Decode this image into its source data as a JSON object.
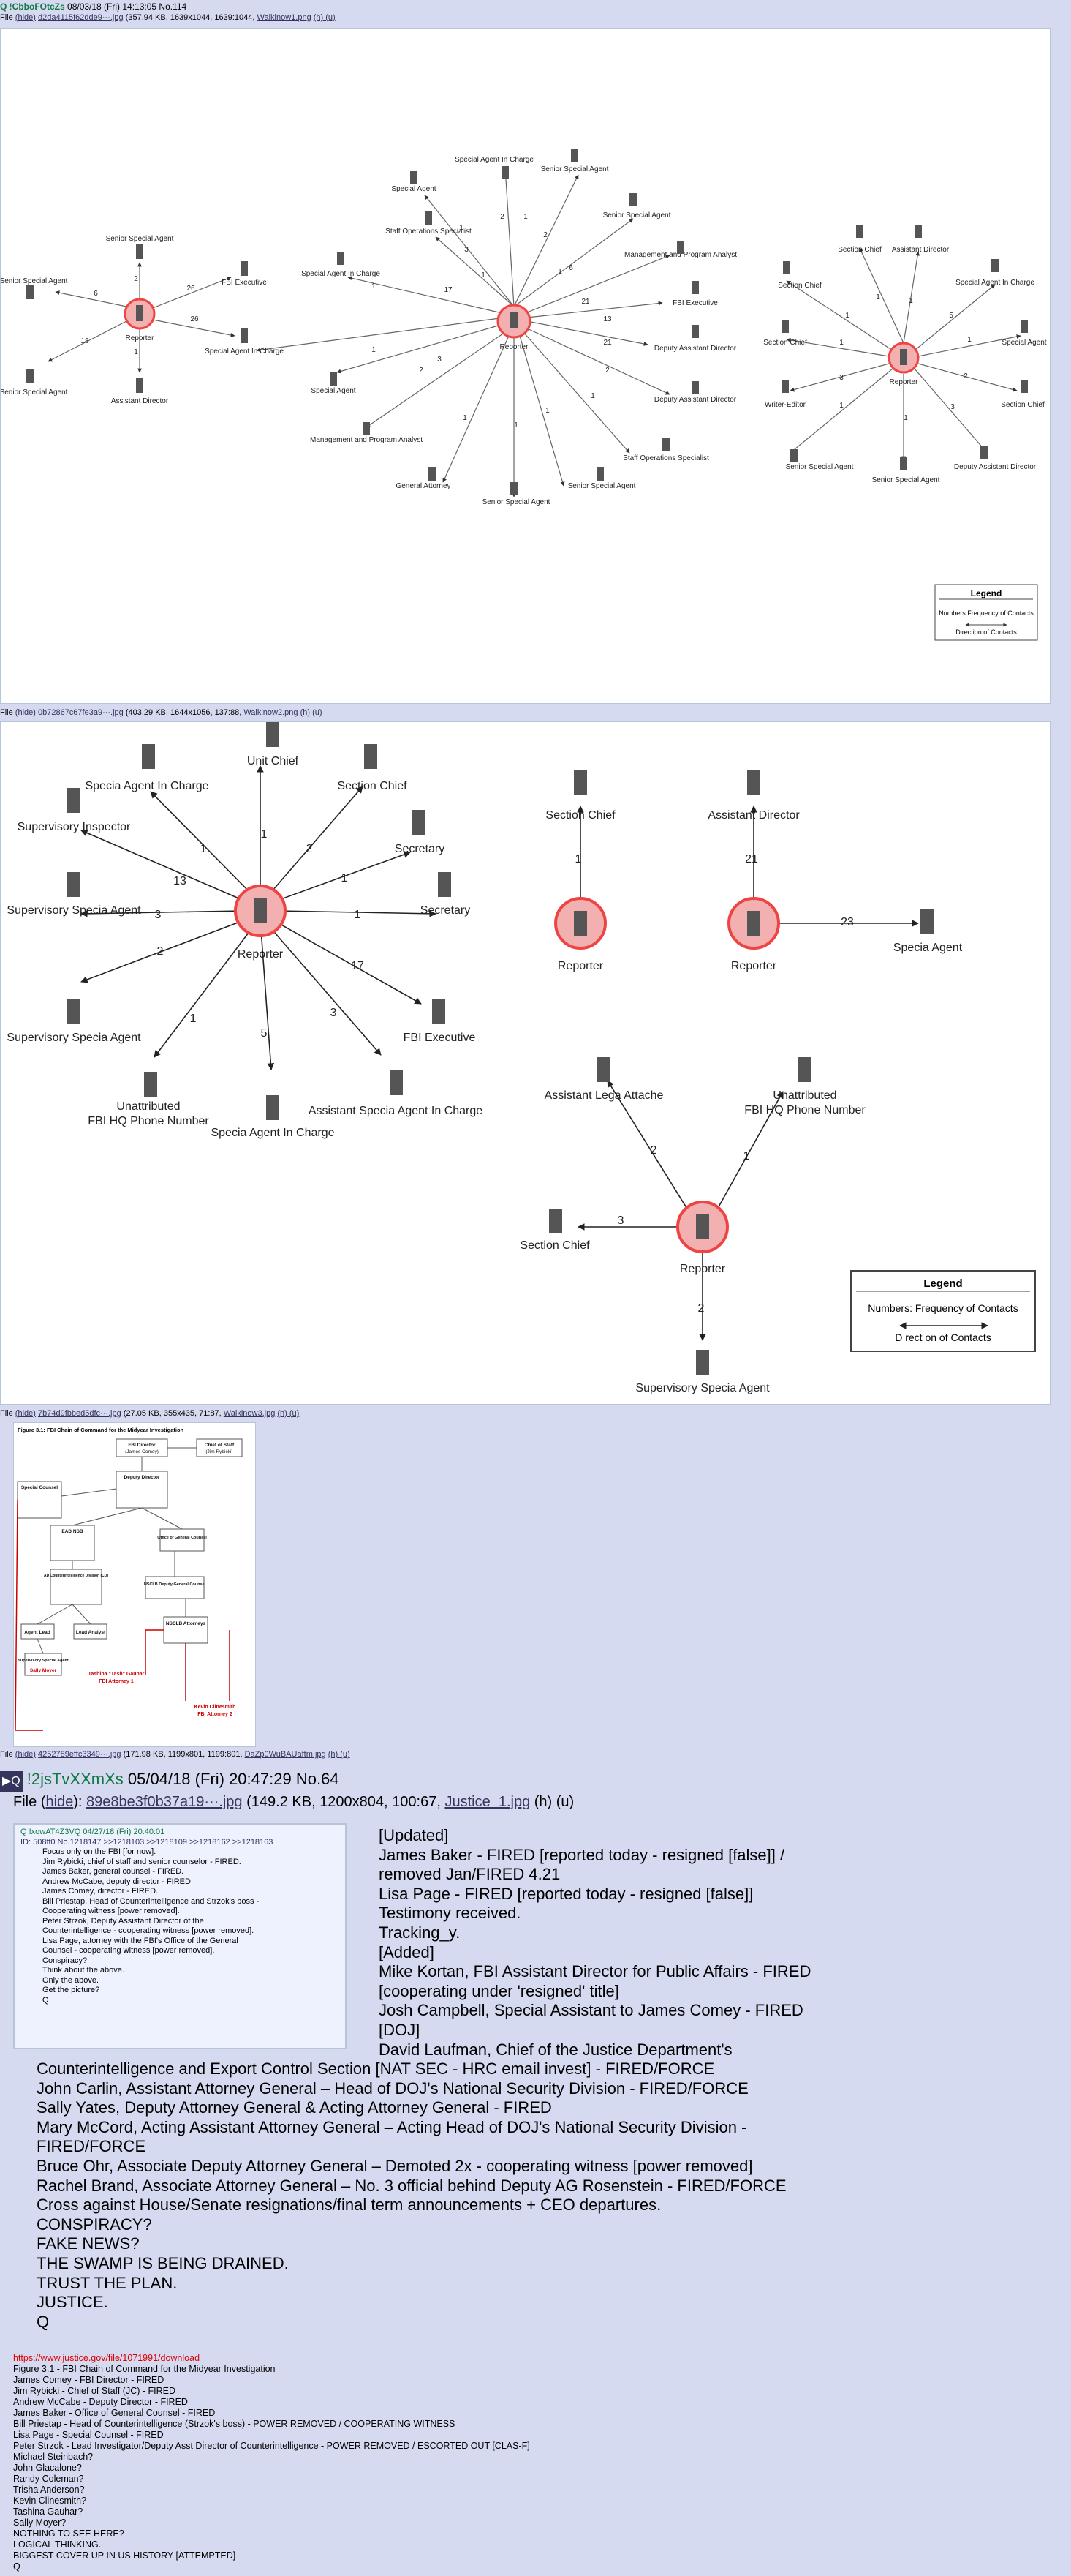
{
  "post1": {
    "name": "Q !CbboFOtcZs",
    "datetime": "08/03/18 (Fri) 14:13:05 No.114",
    "file_prefix": "File",
    "file_hide": "(hide)",
    "file_name": "d2da4115f62dde9···.jpg",
    "file_meta": "(357.94 KB, 1639x1044, 1639:1044,",
    "file_link": "Walkinow1.png",
    "file_hu": "(h) (u)"
  },
  "diagram1": {
    "labels": {
      "g1": [
        "Senior Special Agent",
        "Senior Special Agent",
        "Senior Special Agent",
        "Assistant Director",
        "FBI Executive",
        "Special Agent In Charge",
        "Reporter"
      ],
      "g1_nums": [
        "2",
        "6",
        "18",
        "1",
        "26",
        "26"
      ],
      "g2": [
        "Special Agent",
        "Special Agent In Charge",
        "Senior Special Agent",
        "Staff Operations Specialist",
        "Senior Special Agent",
        "Special Agent In Charge",
        "Management and Program Analyst",
        "FBI Executive",
        "Deputy Assistant Director",
        "Special Agent",
        "Management and Program Analyst",
        "General Attorney",
        "Senior Special Agent",
        "Senior Special Agent",
        "Staff Operations Specialist",
        "Deputy Assistant Director",
        "Reporter"
      ],
      "g2_nums": [
        "1",
        "2",
        "2",
        "1",
        "17",
        "1",
        "6",
        "21",
        "13",
        "21",
        "1",
        "3",
        "2",
        "1",
        "1",
        "1",
        "1",
        "2",
        "3",
        "1",
        "1"
      ],
      "g3": [
        "Section Chief",
        "Assistant Director",
        "Special Agent In Charge",
        "Section Chief",
        "Special Agent",
        "Section Chief",
        "Section Chief",
        "Writer-Editor",
        "Senior Special Agent",
        "Senior Special Agent",
        "Deputy Assistant Director",
        "Reporter"
      ],
      "g3_nums": [
        "1",
        "1",
        "1",
        "5",
        "1",
        "3",
        "2",
        "1",
        "1",
        "1",
        "3"
      ],
      "legend_title": "Legend",
      "legend_line1": "Numbers  Frequency of Contacts",
      "legend_line2": "Direction of Contacts"
    }
  },
  "post2": {
    "file_prefix": "File",
    "file_hide": "(hide)",
    "file_name": "0b72867c67fe3a9···.jpg",
    "file_meta": "(403.29 KB, 1644x1056, 137:88,",
    "file_link": "Walkinow2.png",
    "file_hu": "(h) (u)"
  },
  "diagram2": {
    "left": {
      "center": "Reporter",
      "nodes": [
        "Specia  Agent In Charge",
        "Unit Chief",
        "Section Chief",
        "Supervisory Inspector",
        "Secretary",
        "Supervisory Specia  Agent",
        "Secretary",
        "Supervisory Specia  Agent",
        "FBI Executive",
        "Unattributed FBI HQ Phone Number",
        "Specia  Agent In Charge",
        "Assistant Specia  Agent In Charge"
      ],
      "nums": [
        "1",
        "1",
        "2",
        "13",
        "1",
        "3",
        "1",
        "2",
        "17",
        "1",
        "5",
        "3"
      ]
    },
    "mid": {
      "top": "Section Chief",
      "center": "Reporter",
      "num": "1"
    },
    "right": {
      "top": "Assistant Director",
      "center": "Reporter",
      "side": "Specia  Agent",
      "num_top": "21",
      "num_side": "23"
    },
    "bottom": {
      "center": "Reporter",
      "a": "Assistant Lega  Attache",
      "b": "Unattributed",
      "b2": "FBI HQ Phone Number",
      "c": "Section Chief",
      "d": "Supervisory Specia  Agent",
      "nums": [
        "2",
        "1",
        "3",
        "2"
      ]
    },
    "legend_title": "Legend",
    "legend_line1": "Numbers: Frequency of Contacts",
    "legend_line2": "D rect on of Contacts",
    "unattr_l1": "Unattributed",
    "unattr_l2": "FBI HQ Phone Number"
  },
  "post3": {
    "file_prefix": "File",
    "file_hide": "(hide)",
    "file_name": "7b74d9fbbed5dfc···.jpg",
    "file_meta": "(27.05 KB, 355x435, 71:87,",
    "file_link": "Walkinow3.jpg",
    "file_hu": "(h) (u)"
  },
  "chart": {
    "title": "Figure 3.1:  FBI Chain of Command for the Midyear Investigation",
    "director": "FBI Director",
    "director_name": "(James Comey)",
    "cos": "Chief of Staff",
    "cos_name": "(Jim Rybicki)",
    "deputy": "Deputy Director",
    "counsel": "Special Counsel",
    "ead": "EAD NSB",
    "ogc": "Office of General Counsel",
    "cd": "AD Counterintelligence Division (CD)",
    "ndsgc": "NSCLB Deputy General Counsel",
    "nsclb": "NSCLB Attorneys",
    "agent": "Agent Lead",
    "analyst": "Lead Analyst",
    "sup": "Supervisory Special Agent",
    "sally": "Sally Moyer",
    "tash1": "Tashina \"Tash\" Gauhar",
    "tash2": "FBI Attorney 1",
    "kevin1": "Kevin Clinesmith",
    "kevin2": "FBI Attorney 2"
  },
  "post4": {
    "file_prefix": "File",
    "file_hide": "(hide)",
    "file_name": "4252789effc3349···.jpg",
    "file_meta": "(171.98 KB, 1199x801, 1199:801,",
    "file_link": "DaZp0WuBAUaftm.jpg",
    "file_hu": "(h) (u)"
  },
  "post5": {
    "qmark": "▶Q",
    "trip": "!2jsTvXXmXs",
    "datetime": "05/04/18 (Fri) 20:47:29 No.64",
    "file_prefix": "File",
    "file_hide": "hide",
    "file_name": "89e8be3f0b37a19···.jpg",
    "file_meta": "(149.2 KB, 1200x804, 100:67,",
    "file_link": "Justice_1.jpg",
    "file_hu": "(h) (u)"
  },
  "thumb": {
    "head": "Q !xowAT4Z3VQ  04/27/18 (Fri) 20:40:01",
    "id": "ID: 508ff0  No.1218147  >>1218103  >>1218109  >>1218162  >>1218163",
    "lines": [
      "Focus only on the FBI [for now].",
      "Jim Rybicki, chief of staff and senior counselor - FIRED.",
      "James Baker, general counsel - FIRED.",
      "Andrew McCabe, deputy director - FIRED.",
      "James Comey, director - FIRED.",
      "Bill Priestap, Head of Counterintelligence and Strzok's boss -",
      "Cooperating witness [power removed].",
      "Peter Strzok, Deputy Assistant Director of the",
      "Counterintelligence - cooperating witness [power removed].",
      "Lisa Page, attorney with the FBI's Office of the General",
      "Counsel - cooperating witness [power removed].",
      "Conspiracy?",
      "Think about the above.",
      "Only the above.",
      "Get the picture?",
      "Q"
    ]
  },
  "message": {
    "right_lines": [
      "[Updated]",
      "James Baker - FIRED [reported today - resigned [false]] /",
      "removed Jan/FIRED 4.21",
      "Lisa Page - FIRED [reported today - resigned [false]]",
      "Testimony received.",
      "Tracking_y.",
      "[Added]",
      "Mike Kortan, FBI Assistant Director for Public Affairs - FIRED",
      "[cooperating under 'resigned' title]",
      "Josh Campbell, Special Assistant to James Comey - FIRED",
      "[DOJ]",
      "David Laufman, Chief of the Justice Department's"
    ],
    "full_lines": [
      "Counterintelligence and Export Control Section [NAT SEC - HRC email invest] - FIRED/FORCE",
      "John Carlin, Assistant Attorney General – Head of DOJ's National Security Division - FIRED/FORCE",
      "Sally Yates, Deputy Attorney General & Acting Attorney General - FIRED",
      "Mary McCord, Acting Assistant Attorney General – Acting Head of DOJ's National Security Division -",
      "FIRED/FORCE",
      "Bruce Ohr, Associate Deputy Attorney General – Demoted 2x - cooperating witness [power removed]",
      "Rachel Brand, Associate Attorney General – No. 3 official behind Deputy AG Rosenstein - FIRED/FORCE",
      "Cross against House/Senate resignations/final term announcements + CEO departures.",
      "CONSPIRACY?",
      "FAKE NEWS?",
      "THE SWAMP IS BEING DRAINED.",
      "TRUST THE PLAN.",
      "JUSTICE.",
      "Q"
    ]
  },
  "message2": {
    "link": "https://www.justice.gov/file/1071991/download",
    "lines": [
      "Figure 3.1 - FBI Chain of Command for the Midyear Investigation",
      "James Comey - FBI Director - FIRED",
      "Jim Rybicki - Chief of Staff (JC) - FIRED",
      "Andrew McCabe - Deputy Director - FIRED",
      "James Baker - Office of General Counsel - FIRED",
      "Bill Priestap - Head of Counterintelligence (Strzok's boss) - POWER REMOVED / COOPERATING WITNESS",
      "Lisa Page - Special Counsel - FIRED",
      "Peter Strzok - Lead Investigator/Deputy Asst Director of Counterintelligence - POWER REMOVED / ESCORTED OUT [CLAS-F]",
      "Michael Steinbach?",
      "John Glacalone?",
      "Randy Coleman?",
      "Trisha Anderson?",
      "Kevin Clinesmith?",
      "Tashina Gauhar?",
      "Sally Moyer?",
      "NOTHING TO SEE HERE?",
      "LOGICAL THINKING.",
      "BIGGEST COVER UP IN US HISTORY [ATTEMPTED]",
      "Q"
    ]
  }
}
